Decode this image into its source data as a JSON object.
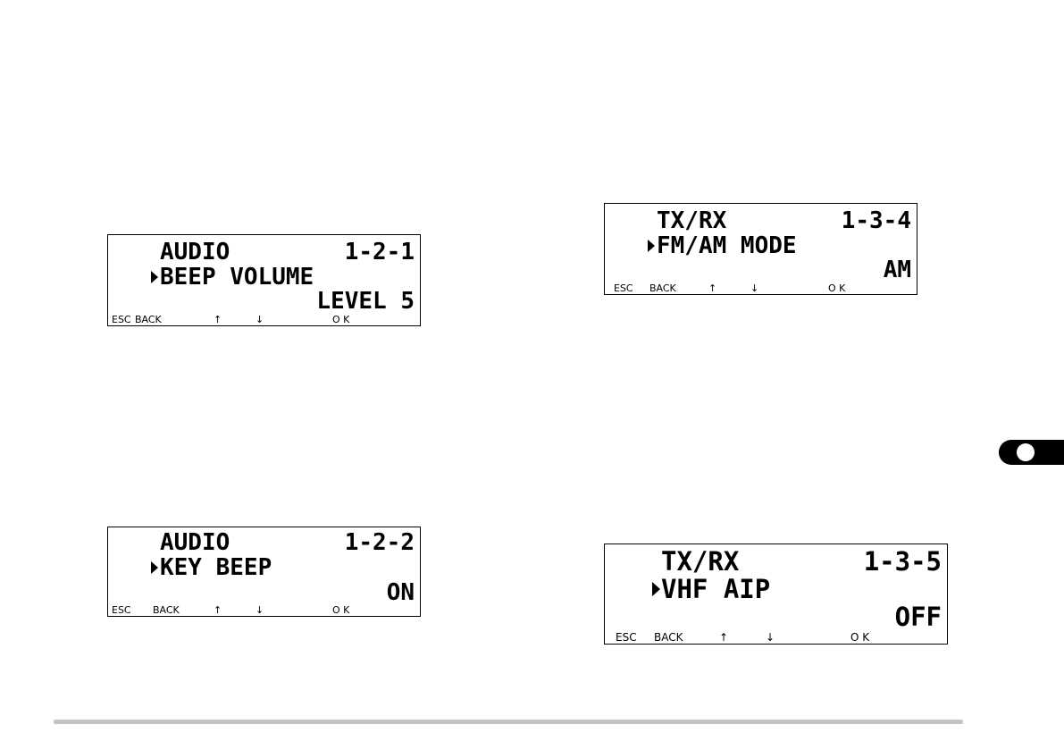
{
  "screens": [
    {
      "menu": "AUDIO",
      "code": "1-2-1",
      "item": "BEEP VOLUME",
      "value": "LEVEL 5",
      "softkeys": {
        "esc": "ESC",
        "back": "BACK",
        "up": "↑",
        "down": "↓",
        "ok": "O K"
      }
    },
    {
      "menu": "AUDIO",
      "code": "1-2-2",
      "item": "KEY BEEP",
      "value": "ON",
      "softkeys": {
        "esc": "ESC",
        "back": "BACK",
        "up": "↑",
        "down": "↓",
        "ok": "O K"
      }
    },
    {
      "menu": "TX/RX",
      "code": "1-3-4",
      "item": "FM/AM MODE",
      "value": "AM",
      "softkeys": {
        "esc": "ESC",
        "back": "BACK",
        "up": "↑",
        "down": "↓",
        "ok": "O K"
      }
    },
    {
      "menu": "TX/RX",
      "code": "1-3-5",
      "item": "VHF AIP",
      "value": "OFF",
      "softkeys": {
        "esc": "ESC",
        "back": "BACK",
        "up": "↑",
        "down": "↓",
        "ok": "O K"
      }
    }
  ]
}
